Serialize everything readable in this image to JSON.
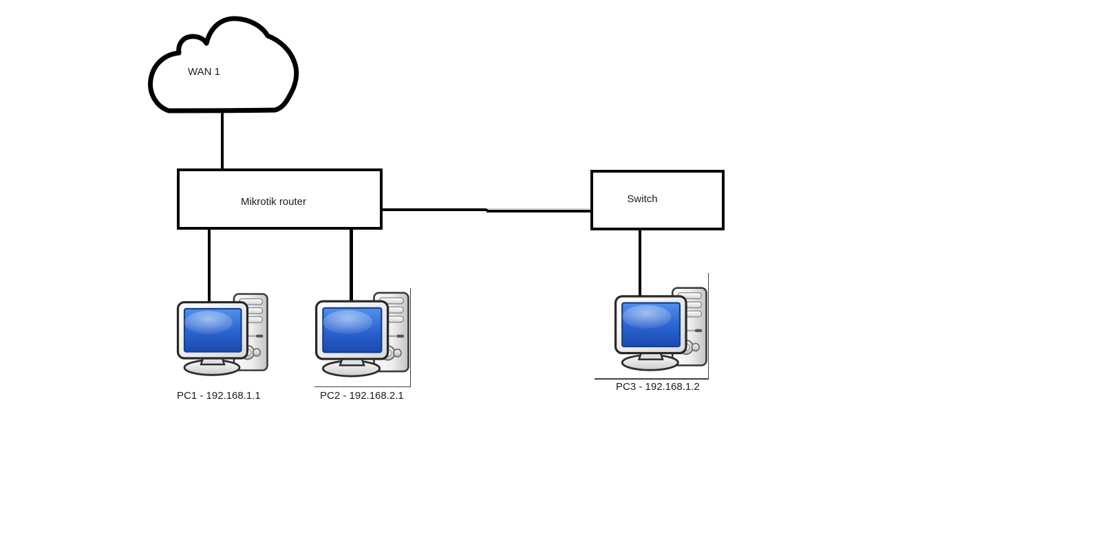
{
  "diagram": {
    "type": "network-topology",
    "background_color": "#ffffff",
    "line_color": "#000000",
    "nodes": {
      "wan_cloud": {
        "shape": "cloud",
        "label": "WAN 1"
      },
      "router": {
        "shape": "rectangle",
        "label": "Mikrotik router"
      },
      "switch": {
        "shape": "rectangle",
        "label": "Switch"
      },
      "pc1": {
        "shape": "workstation-icon",
        "label": "PC1 - 192.168.1.1",
        "name": "PC1",
        "ip": "192.168.1.1"
      },
      "pc2": {
        "shape": "workstation-icon",
        "label": "PC2 - 192.168.2.1",
        "name": "PC2",
        "ip": "192.168.2.1"
      },
      "pc3": {
        "shape": "workstation-icon",
        "label": "PC3 - 192.168.1.2",
        "name": "PC3",
        "ip": "192.168.1.2"
      }
    },
    "connections": [
      {
        "from": "wan_cloud",
        "to": "router"
      },
      {
        "from": "router",
        "to": "switch"
      },
      {
        "from": "router",
        "to": "pc1"
      },
      {
        "from": "router",
        "to": "pc2"
      },
      {
        "from": "switch",
        "to": "pc3"
      }
    ],
    "icon_colors": {
      "screen_blue_top": "#5390ea",
      "screen_blue_bottom": "#1a4ab0",
      "screen_border": "#16418d",
      "tower_gray": "#cfcfcf",
      "led_green": "#2fae2f",
      "outline_dark": "#2d2d2d"
    }
  }
}
